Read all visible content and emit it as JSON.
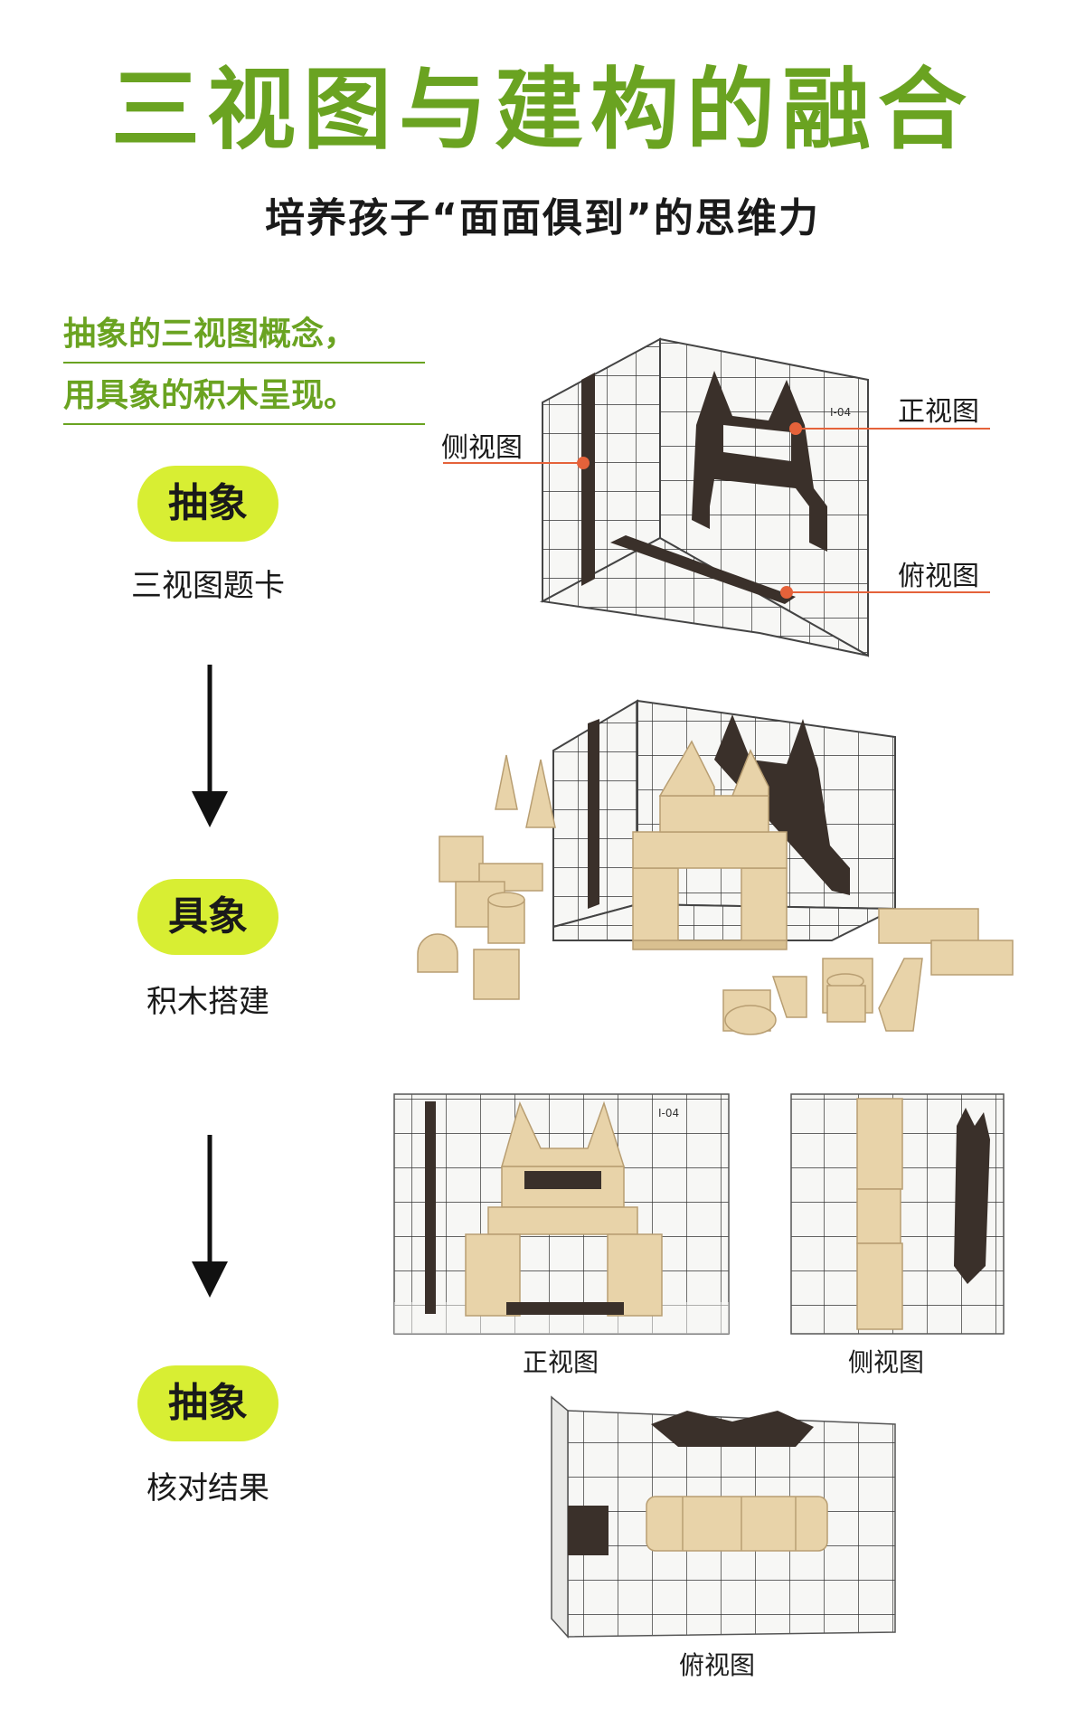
{
  "title": "三视图与建构的融合",
  "subtitle": "培养孩子“面面俱到”的思维力",
  "intro": {
    "line1": "抽象的三视图概念，",
    "line2": "用具象的积木呈现。"
  },
  "steps": [
    {
      "badge": "抽象",
      "label": "三视图题卡"
    },
    {
      "badge": "具象",
      "label": "积木搭建"
    },
    {
      "badge": "抽象",
      "label": "核对结果"
    }
  ],
  "callouts": {
    "front": "正视图",
    "side": "侧视图",
    "top": "俯视图"
  },
  "card_code": "I-04",
  "captions": {
    "front": "正视图",
    "side": "侧视图",
    "top": "俯视图"
  },
  "colors": {
    "accent_green": "#6aa321",
    "badge_yellow": "#d8ee33",
    "callout_orange": "#e5623a",
    "shadow_brown": "#3a302a",
    "wood": "#e8d3a9"
  }
}
